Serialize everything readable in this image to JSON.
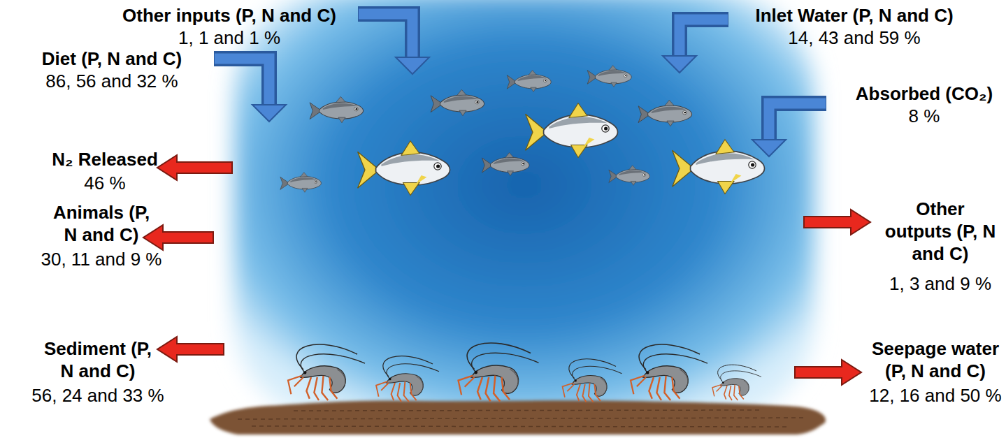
{
  "diagram": {
    "labels": [
      "Other inputs (P, N and C)",
      "1, 1 and 1 %",
      "Inlet Water (P, N and C)",
      "14, 43 and 59 %",
      "Diet (P, N and C)",
      "86, 56 and 32 %",
      "Absorbed (CO₂)",
      "8 %",
      "N₂ Released",
      "46 %",
      "Animals (P, N and C)",
      "30, 11 and 9 %",
      "Other outputs (P, N and C)",
      "1, 3 and 9 %",
      "Sediment (P, N and C)",
      "56, 24 and 33 %",
      "Seepage water (P, N and C)",
      "12, 16 and 50 %"
    ]
  }
}
